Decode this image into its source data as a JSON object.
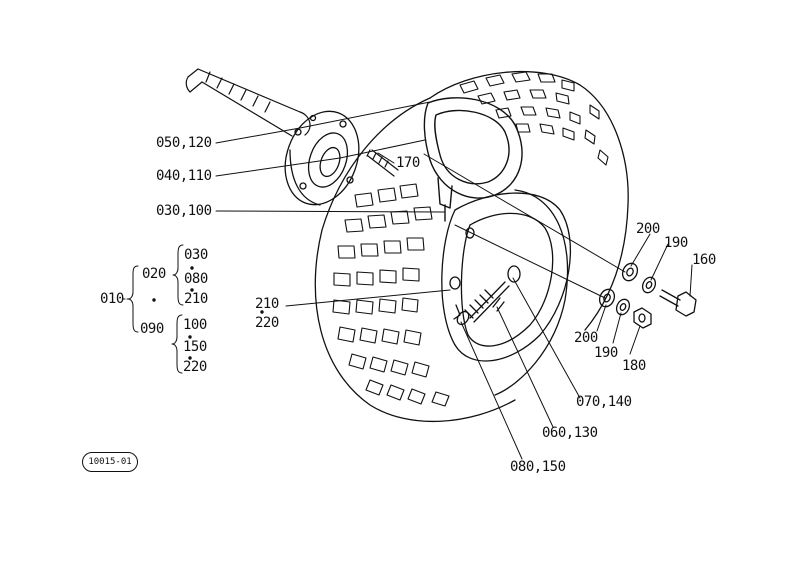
{
  "callouts": {
    "c050_120": "050,120",
    "c040_110": "040,110",
    "c170": "170",
    "c030_100": "030,100",
    "c210": "210",
    "c220": "220",
    "c200_top": "200",
    "c190_top": "190",
    "c160": "160",
    "c200_bot": "200",
    "c190_bot": "190",
    "c180": "180",
    "c070_140": "070,140",
    "c060_130": "060,130",
    "c080_150": "080,150"
  },
  "tree": {
    "root": "010",
    "group_a": "020",
    "group_a_items": [
      "030",
      "080",
      "210"
    ],
    "group_b": "090",
    "group_b_items": [
      "100",
      "150",
      "220"
    ]
  },
  "figure_code": "10015-01"
}
